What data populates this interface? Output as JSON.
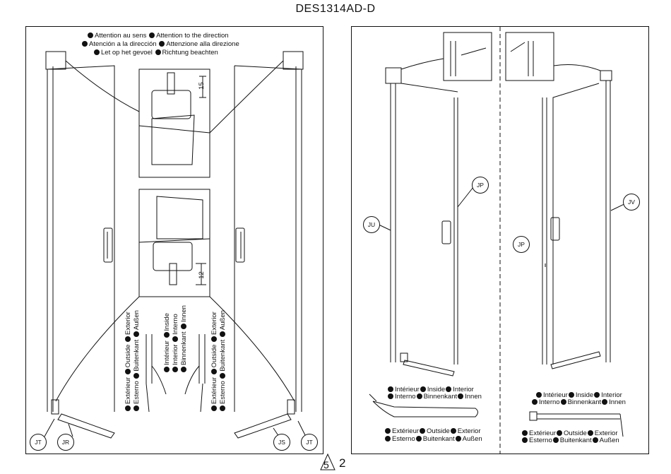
{
  "page": {
    "title": "DES1314AD-D",
    "page_number_boxed": "5",
    "page_number": "2"
  },
  "left": {
    "attention_lines": [
      "Attention au sens",
      "Attention to the direction",
      "Atención a la dirección",
      "Attenzione alla direzione",
      "Let op het gevoel",
      "Richtung beachten"
    ],
    "dimension_top": "15",
    "dimension_bottom": "12",
    "outside_texts": [
      "Extérieur",
      "Outside",
      "Exterior",
      "Esterno",
      "Buitenkant",
      "Außen"
    ],
    "inside_texts": [
      "Intérieur",
      "Inside",
      "Interior",
      "Interno",
      "Binnenkant",
      "Innen"
    ],
    "tags": {
      "jt_left": "JT",
      "jr": "JR",
      "js": "JS",
      "jt_right": "JT"
    }
  },
  "right": {
    "tags": {
      "ju": "JU",
      "jp_a": "JP",
      "jp_b": "JP",
      "jv": "JV"
    },
    "inside_line1": [
      "Intérieur",
      "Inside",
      "Interior"
    ],
    "inside_line2": [
      "Interno",
      "Binnenkant",
      "Innen"
    ],
    "outside_line1": [
      "Extérieur",
      "Outside",
      "Exterior"
    ],
    "outside_line2": [
      "Esterno",
      "Buitenkant",
      "Außen"
    ]
  }
}
